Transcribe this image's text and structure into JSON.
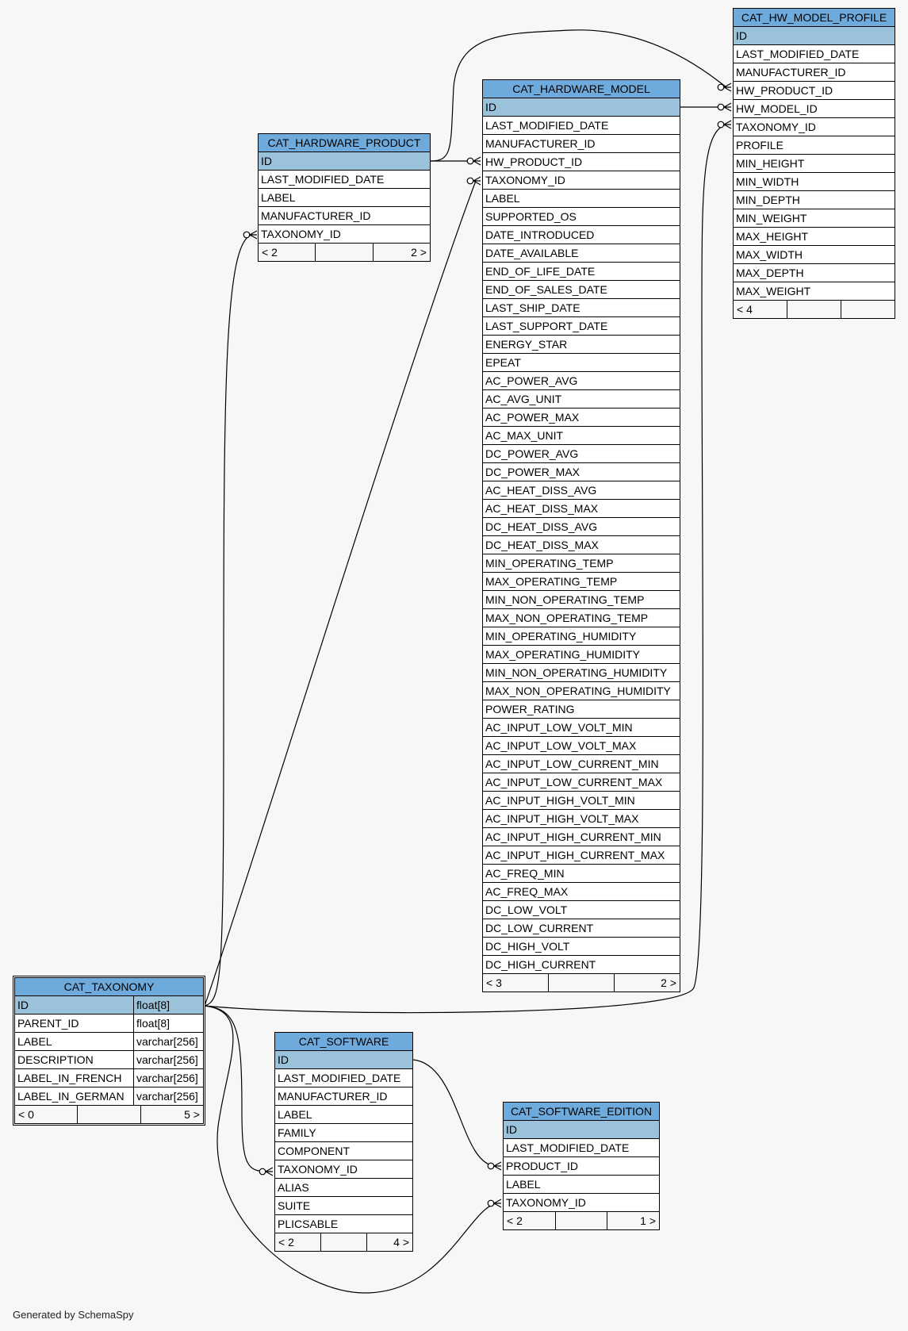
{
  "tables": [
    {
      "name": "CAT_HW_MODEL_PROFILE",
      "columns": [
        "ID",
        "LAST_MODIFIED_DATE",
        "MANUFACTURER_ID",
        "HW_PRODUCT_ID",
        "HW_MODEL_ID",
        "TAXONOMY_ID",
        "PROFILE",
        "MIN_HEIGHT",
        "MIN_WIDTH",
        "MIN_DEPTH",
        "MIN_WEIGHT",
        "MAX_HEIGHT",
        "MAX_WIDTH",
        "MAX_DEPTH",
        "MAX_WEIGHT"
      ],
      "footer": [
        "< 4",
        "",
        ""
      ]
    },
    {
      "name": "CAT_HARDWARE_MODEL",
      "columns": [
        "ID",
        "LAST_MODIFIED_DATE",
        "MANUFACTURER_ID",
        "HW_PRODUCT_ID",
        "TAXONOMY_ID",
        "LABEL",
        "SUPPORTED_OS",
        "DATE_INTRODUCED",
        "DATE_AVAILABLE",
        "END_OF_LIFE_DATE",
        "END_OF_SALES_DATE",
        "LAST_SHIP_DATE",
        "LAST_SUPPORT_DATE",
        "ENERGY_STAR",
        "EPEAT",
        "AC_POWER_AVG",
        "AC_AVG_UNIT",
        "AC_POWER_MAX",
        "AC_MAX_UNIT",
        "DC_POWER_AVG",
        "DC_POWER_MAX",
        "AC_HEAT_DISS_AVG",
        "AC_HEAT_DISS_MAX",
        "DC_HEAT_DISS_AVG",
        "DC_HEAT_DISS_MAX",
        "MIN_OPERATING_TEMP",
        "MAX_OPERATING_TEMP",
        "MIN_NON_OPERATING_TEMP",
        "MAX_NON_OPERATING_TEMP",
        "MIN_OPERATING_HUMIDITY",
        "MAX_OPERATING_HUMIDITY",
        "MIN_NON_OPERATING_HUMIDITY",
        "MAX_NON_OPERATING_HUMIDITY",
        "POWER_RATING",
        "AC_INPUT_LOW_VOLT_MIN",
        "AC_INPUT_LOW_VOLT_MAX",
        "AC_INPUT_LOW_CURRENT_MIN",
        "AC_INPUT_LOW_CURRENT_MAX",
        "AC_INPUT_HIGH_VOLT_MIN",
        "AC_INPUT_HIGH_VOLT_MAX",
        "AC_INPUT_HIGH_CURRENT_MIN",
        "AC_INPUT_HIGH_CURRENT_MAX",
        "AC_FREQ_MIN",
        "AC_FREQ_MAX",
        "DC_LOW_VOLT",
        "DC_LOW_CURRENT",
        "DC_HIGH_VOLT",
        "DC_HIGH_CURRENT"
      ],
      "footer": [
        "< 3",
        "",
        "2 >"
      ]
    },
    {
      "name": "CAT_HARDWARE_PRODUCT",
      "columns": [
        "ID",
        "LAST_MODIFIED_DATE",
        "LABEL",
        "MANUFACTURER_ID",
        "TAXONOMY_ID"
      ],
      "footer": [
        "< 2",
        "",
        "2 >"
      ]
    },
    {
      "name": "CAT_TAXONOMY",
      "columns": [
        "ID",
        "PARENT_ID",
        "LABEL",
        "DESCRIPTION",
        "LABEL_IN_FRENCH",
        "LABEL_IN_GERMAN"
      ],
      "types": [
        "float[8]",
        "float[8]",
        "varchar[256]",
        "varchar[256]",
        "varchar[256]",
        "varchar[256]"
      ],
      "footer": [
        "< 0",
        "",
        "5 >"
      ]
    },
    {
      "name": "CAT_SOFTWARE",
      "columns": [
        "ID",
        "LAST_MODIFIED_DATE",
        "MANUFACTURER_ID",
        "LABEL",
        "FAMILY",
        "COMPONENT",
        "TAXONOMY_ID",
        "ALIAS",
        "SUITE",
        "PLICSABLE"
      ],
      "footer": [
        "< 2",
        "",
        "4 >"
      ]
    },
    {
      "name": "CAT_SOFTWARE_EDITION",
      "columns": [
        "ID",
        "LAST_MODIFIED_DATE",
        "PRODUCT_ID",
        "LABEL",
        "TAXONOMY_ID"
      ],
      "footer": [
        "< 2",
        "",
        "1 >"
      ]
    }
  ],
  "generated_by": "Generated by SchemaSpy"
}
